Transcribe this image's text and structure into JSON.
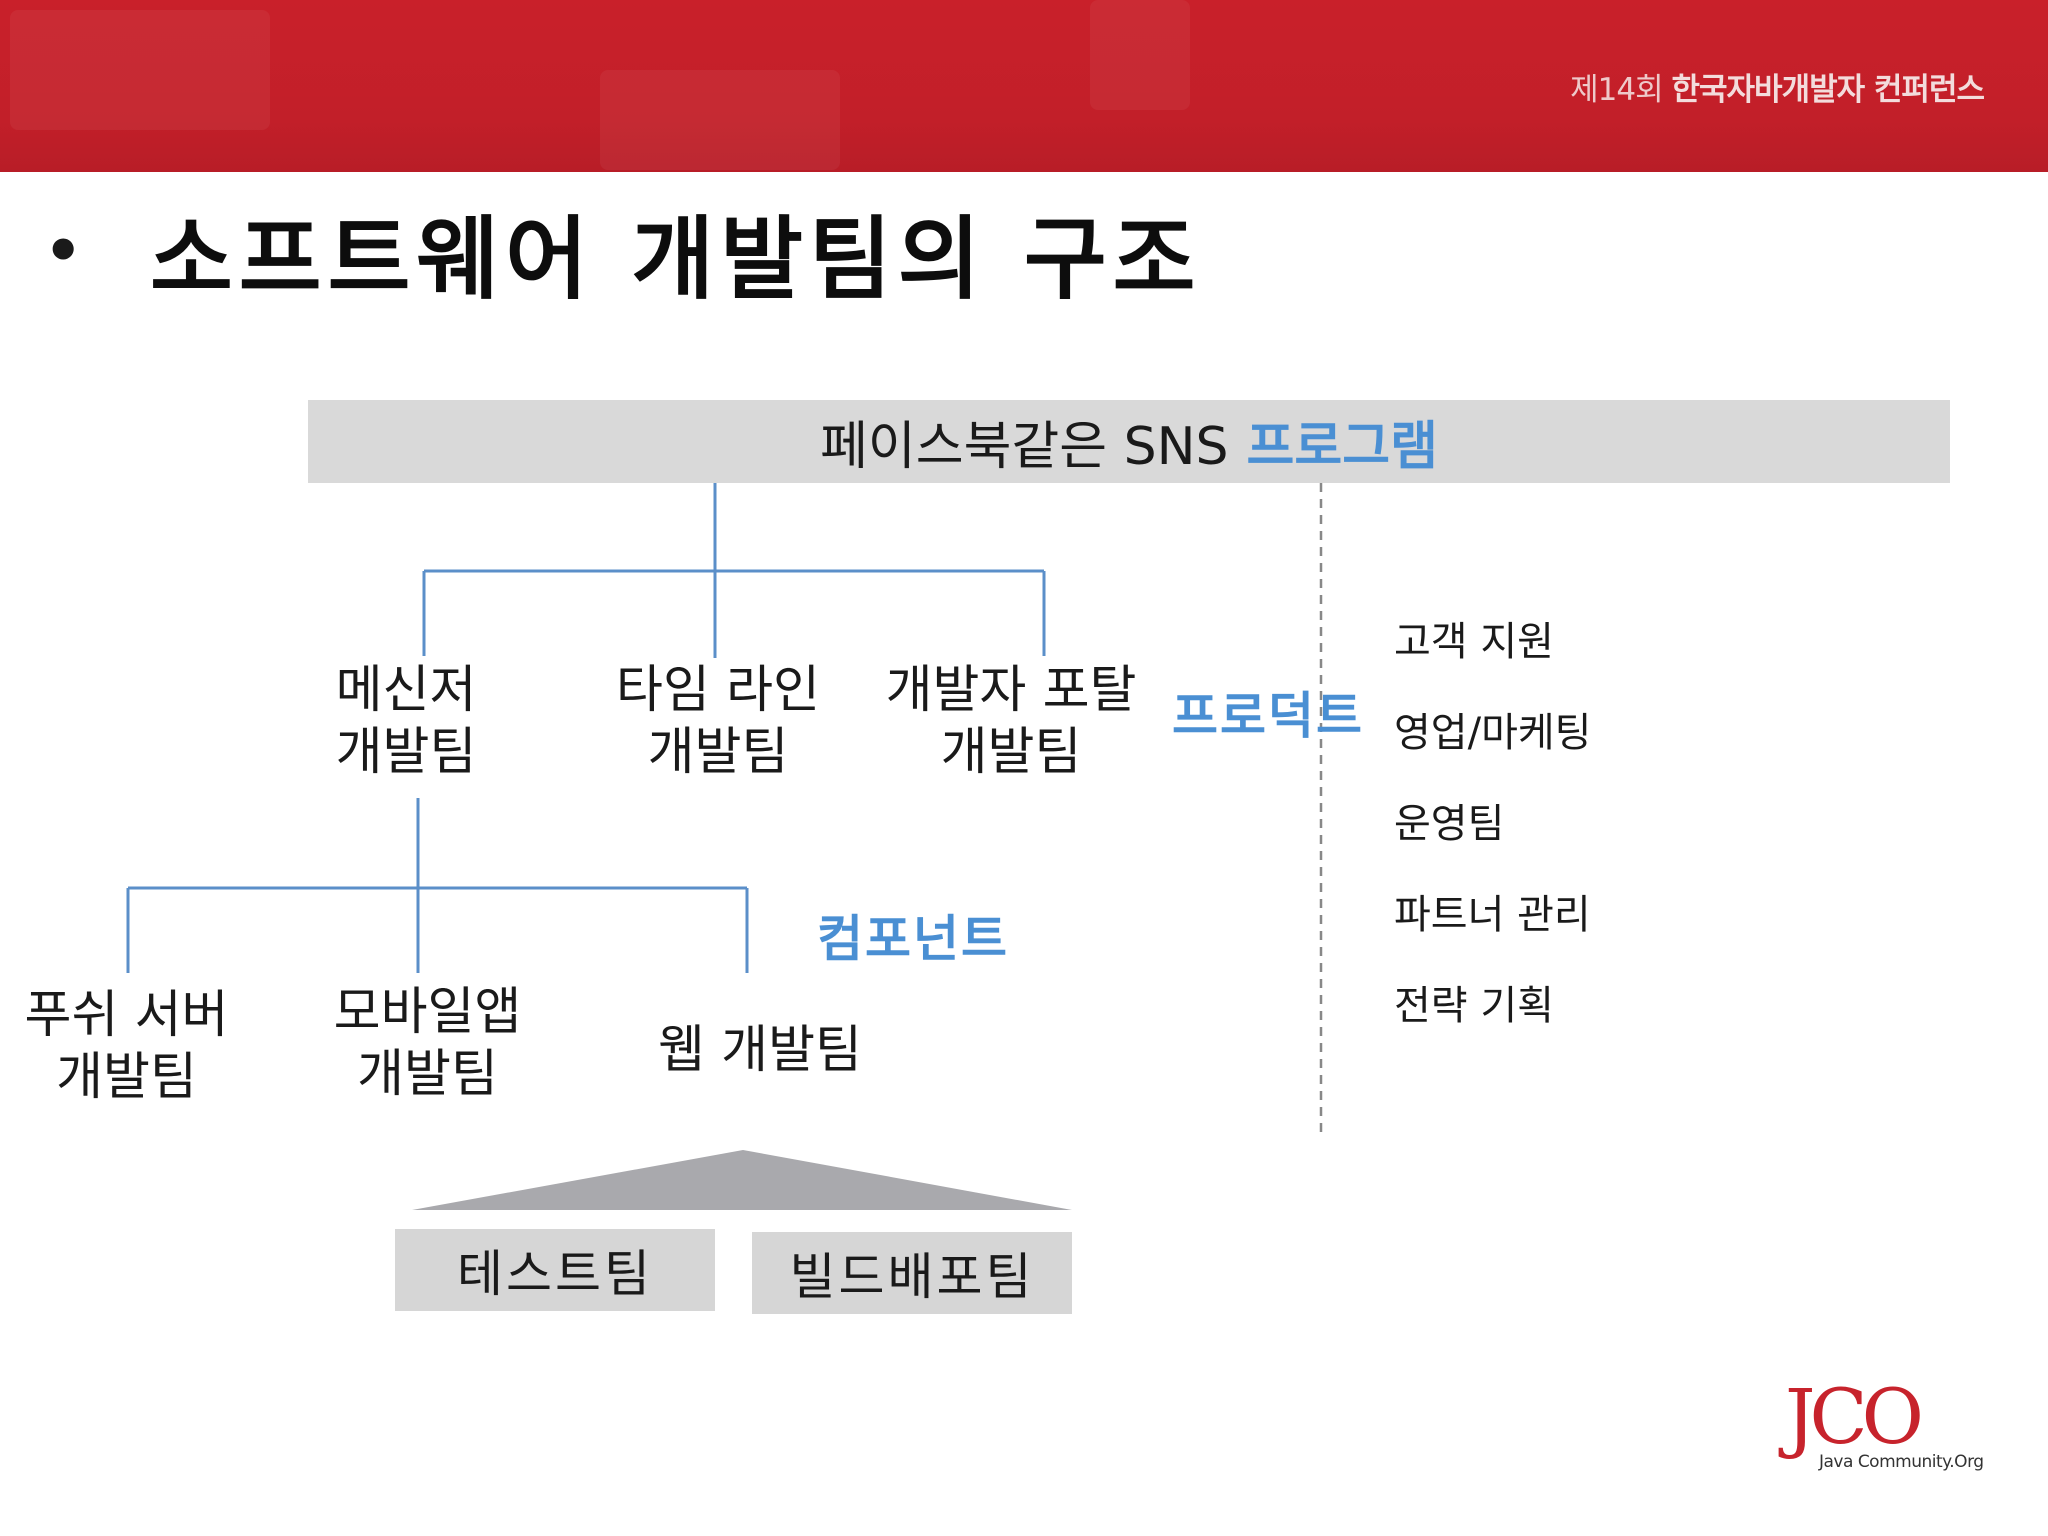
{
  "header": {
    "conference_prefix": "제14회",
    "conference_name": "한국자바개발자 컨퍼런스"
  },
  "slide": {
    "bullet": "•",
    "title": "소프트웨어 개발팀의 구조"
  },
  "program": {
    "label": "페이스북같은 SNS",
    "accent": "프로그램"
  },
  "product_teams": [
    {
      "line1": "메신저",
      "line2": "개발팀"
    },
    {
      "line1": "타임 라인",
      "line2": "개발팀"
    },
    {
      "line1": "개발자 포탈",
      "line2": "개발팀"
    }
  ],
  "product_label": "프로덕트",
  "component_teams": [
    {
      "line1": "푸쉬 서버",
      "line2": "개발팀"
    },
    {
      "line1": "모바일앱",
      "line2": "개발팀"
    },
    {
      "line1": "웹 개발팀",
      "line2": ""
    }
  ],
  "component_label": "컴포넌트",
  "support_teams": [
    "고객 지원",
    "영업/마케팅",
    "운영팀",
    "파트너 관리",
    "전략 기획"
  ],
  "shared_teams": [
    "테스트팀",
    "빌드배포팀"
  ],
  "logo": {
    "mark": "JCO",
    "subtitle": "Java Community.Org"
  },
  "colors": {
    "header_red": "#c9202a",
    "connector_blue": "#5b8fc9",
    "accent_blue": "#4a8fd3",
    "box_gray": "#d6d6d6"
  }
}
